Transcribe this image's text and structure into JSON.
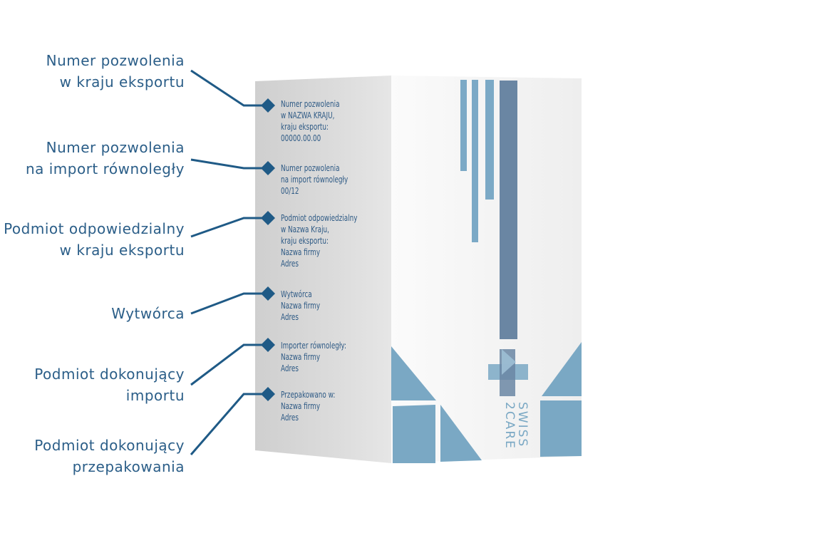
{
  "callouts": [
    {
      "line1": "Numer pozwolenia",
      "line2": "w kraju eksportu"
    },
    {
      "line1": "Numer pozwolenia",
      "line2": "na import równoległy"
    },
    {
      "line1": "Podmiot odpowiedzialny",
      "line2": "w kraju eksportu"
    },
    {
      "line1": "Wytwórca",
      "line2": ""
    },
    {
      "line1": "Podmiot dokonujący",
      "line2": "importu"
    },
    {
      "line1": "Podmiot dokonujący",
      "line2": "przepakowania"
    }
  ],
  "box_side": [
    {
      "lines": [
        "Numer pozwolenia",
        "w NAZWA KRAJU,",
        "kraju eksportu:",
        "00000.00.00"
      ]
    },
    {
      "lines": [
        "Numer pozwolenia",
        "na import równoległy",
        "00/12"
      ]
    },
    {
      "lines": [
        "Podmiot odpowiedzialny",
        "w Nazwa Kraju,",
        "kraju eksportu:",
        "Nazwa firmy",
        "Adres"
      ]
    },
    {
      "lines": [
        "Wytwórca",
        "Nazwa firmy",
        "Adres"
      ]
    },
    {
      "lines": [
        "Importer równoległy:",
        "Nazwa firmy",
        "Adres"
      ]
    },
    {
      "lines": [
        "Przepakowano w:",
        "Nazwa firmy",
        "Adres"
      ]
    }
  ],
  "brand": {
    "line1": "SWISS",
    "line2": "2CARE"
  },
  "colors": {
    "callout_text": "#2b5e88",
    "leader_line": "#1f5a86",
    "box_side": "#dcdcdc",
    "box_front": "#f4f4f4",
    "stripe_light": "#7ba9c6",
    "stripe_dark": "#6a86a3",
    "triangle": "#7aa8c4"
  }
}
